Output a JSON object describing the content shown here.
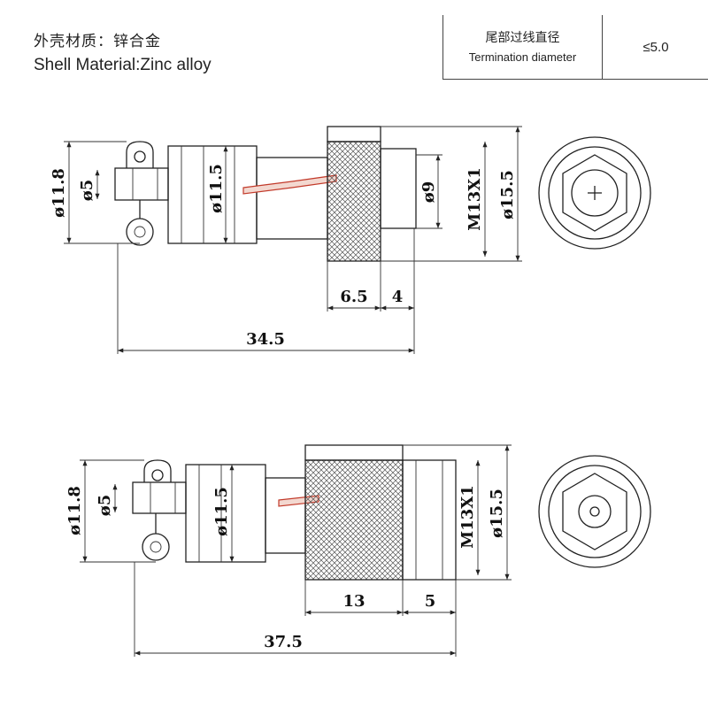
{
  "material": {
    "label_zh": "外壳材质：锌合金",
    "label_en": "Shell Material:Zinc alloy"
  },
  "spec": {
    "label_zh": "尾部过线直径",
    "label_en": "Termination diameter",
    "value": "≤5.0"
  },
  "top_drawing": {
    "dims": {
      "shell_dia": "ø11.8",
      "pin_dia": "ø5",
      "body_dia": "ø11.5",
      "inner_dia": "ø9",
      "thread": "M13X1",
      "outer_dia": "ø15.5",
      "seg_a": "6.5",
      "seg_b": "4",
      "total_len": "34.5"
    }
  },
  "bottom_drawing": {
    "dims": {
      "shell_dia": "ø11.8",
      "pin_dia": "ø5",
      "body_dia": "ø11.5",
      "thread": "M13X1",
      "outer_dia": "ø15.5",
      "seg_a": "13",
      "seg_b": "5",
      "total_len": "37.5"
    }
  }
}
